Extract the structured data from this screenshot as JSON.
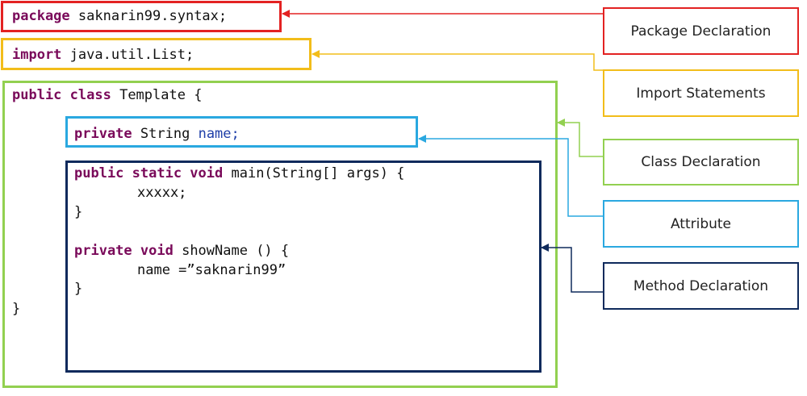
{
  "colors": {
    "package": "#e32222",
    "import": "#f2bd1a",
    "class": "#92d050",
    "attribute": "#2aa8e0",
    "method": "#0f2a5c",
    "keyword": "#7a0a5a"
  },
  "code": {
    "package_kw": "package",
    "package_name": "saknarin99.syntax;",
    "import_kw": "import",
    "import_name": "java.util.List;",
    "class_kw": "public class",
    "class_name": "Template {",
    "attr_kw": "private",
    "attr_type": "String",
    "attr_name": "name;",
    "main_kw": "public static void",
    "main_sig": "main(String[] args) {",
    "main_body": "xxxxx;",
    "main_close": "}",
    "show_kw": "private void",
    "show_sig": "showName () {",
    "show_body": "name =”saknarin99”",
    "show_close": "}",
    "class_close": "}"
  },
  "labels": {
    "package": "Package Declaration",
    "import": "Import Statements",
    "class": "Class Declaration",
    "attribute": "Attribute",
    "method": "Method Declaration"
  }
}
